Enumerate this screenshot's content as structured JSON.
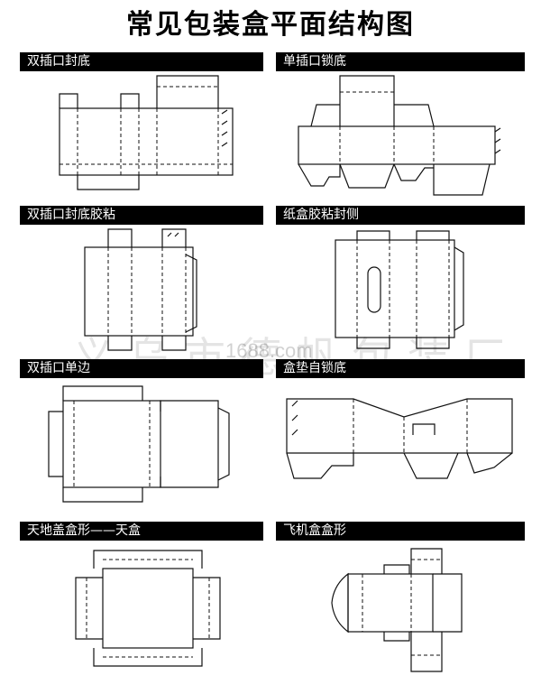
{
  "title": "常见包装盒平面结构图",
  "sections": [
    {
      "label": "双插口封底"
    },
    {
      "label": "单插口锁底"
    },
    {
      "label": "双插口封底胶粘"
    },
    {
      "label": "纸盒胶粘封侧"
    },
    {
      "label": "双插口单边"
    },
    {
      "label": "盒垫自锁底"
    },
    {
      "label": "天地盖盒形——天盒"
    },
    {
      "label": "飞机盒盒形"
    }
  ],
  "watermark": {
    "text_cn": "义乌市德帆包装厂",
    "text_url": "1688.com"
  },
  "colors": {
    "line": "#111111",
    "bar": "#000000",
    "bar_text": "#ffffff"
  }
}
